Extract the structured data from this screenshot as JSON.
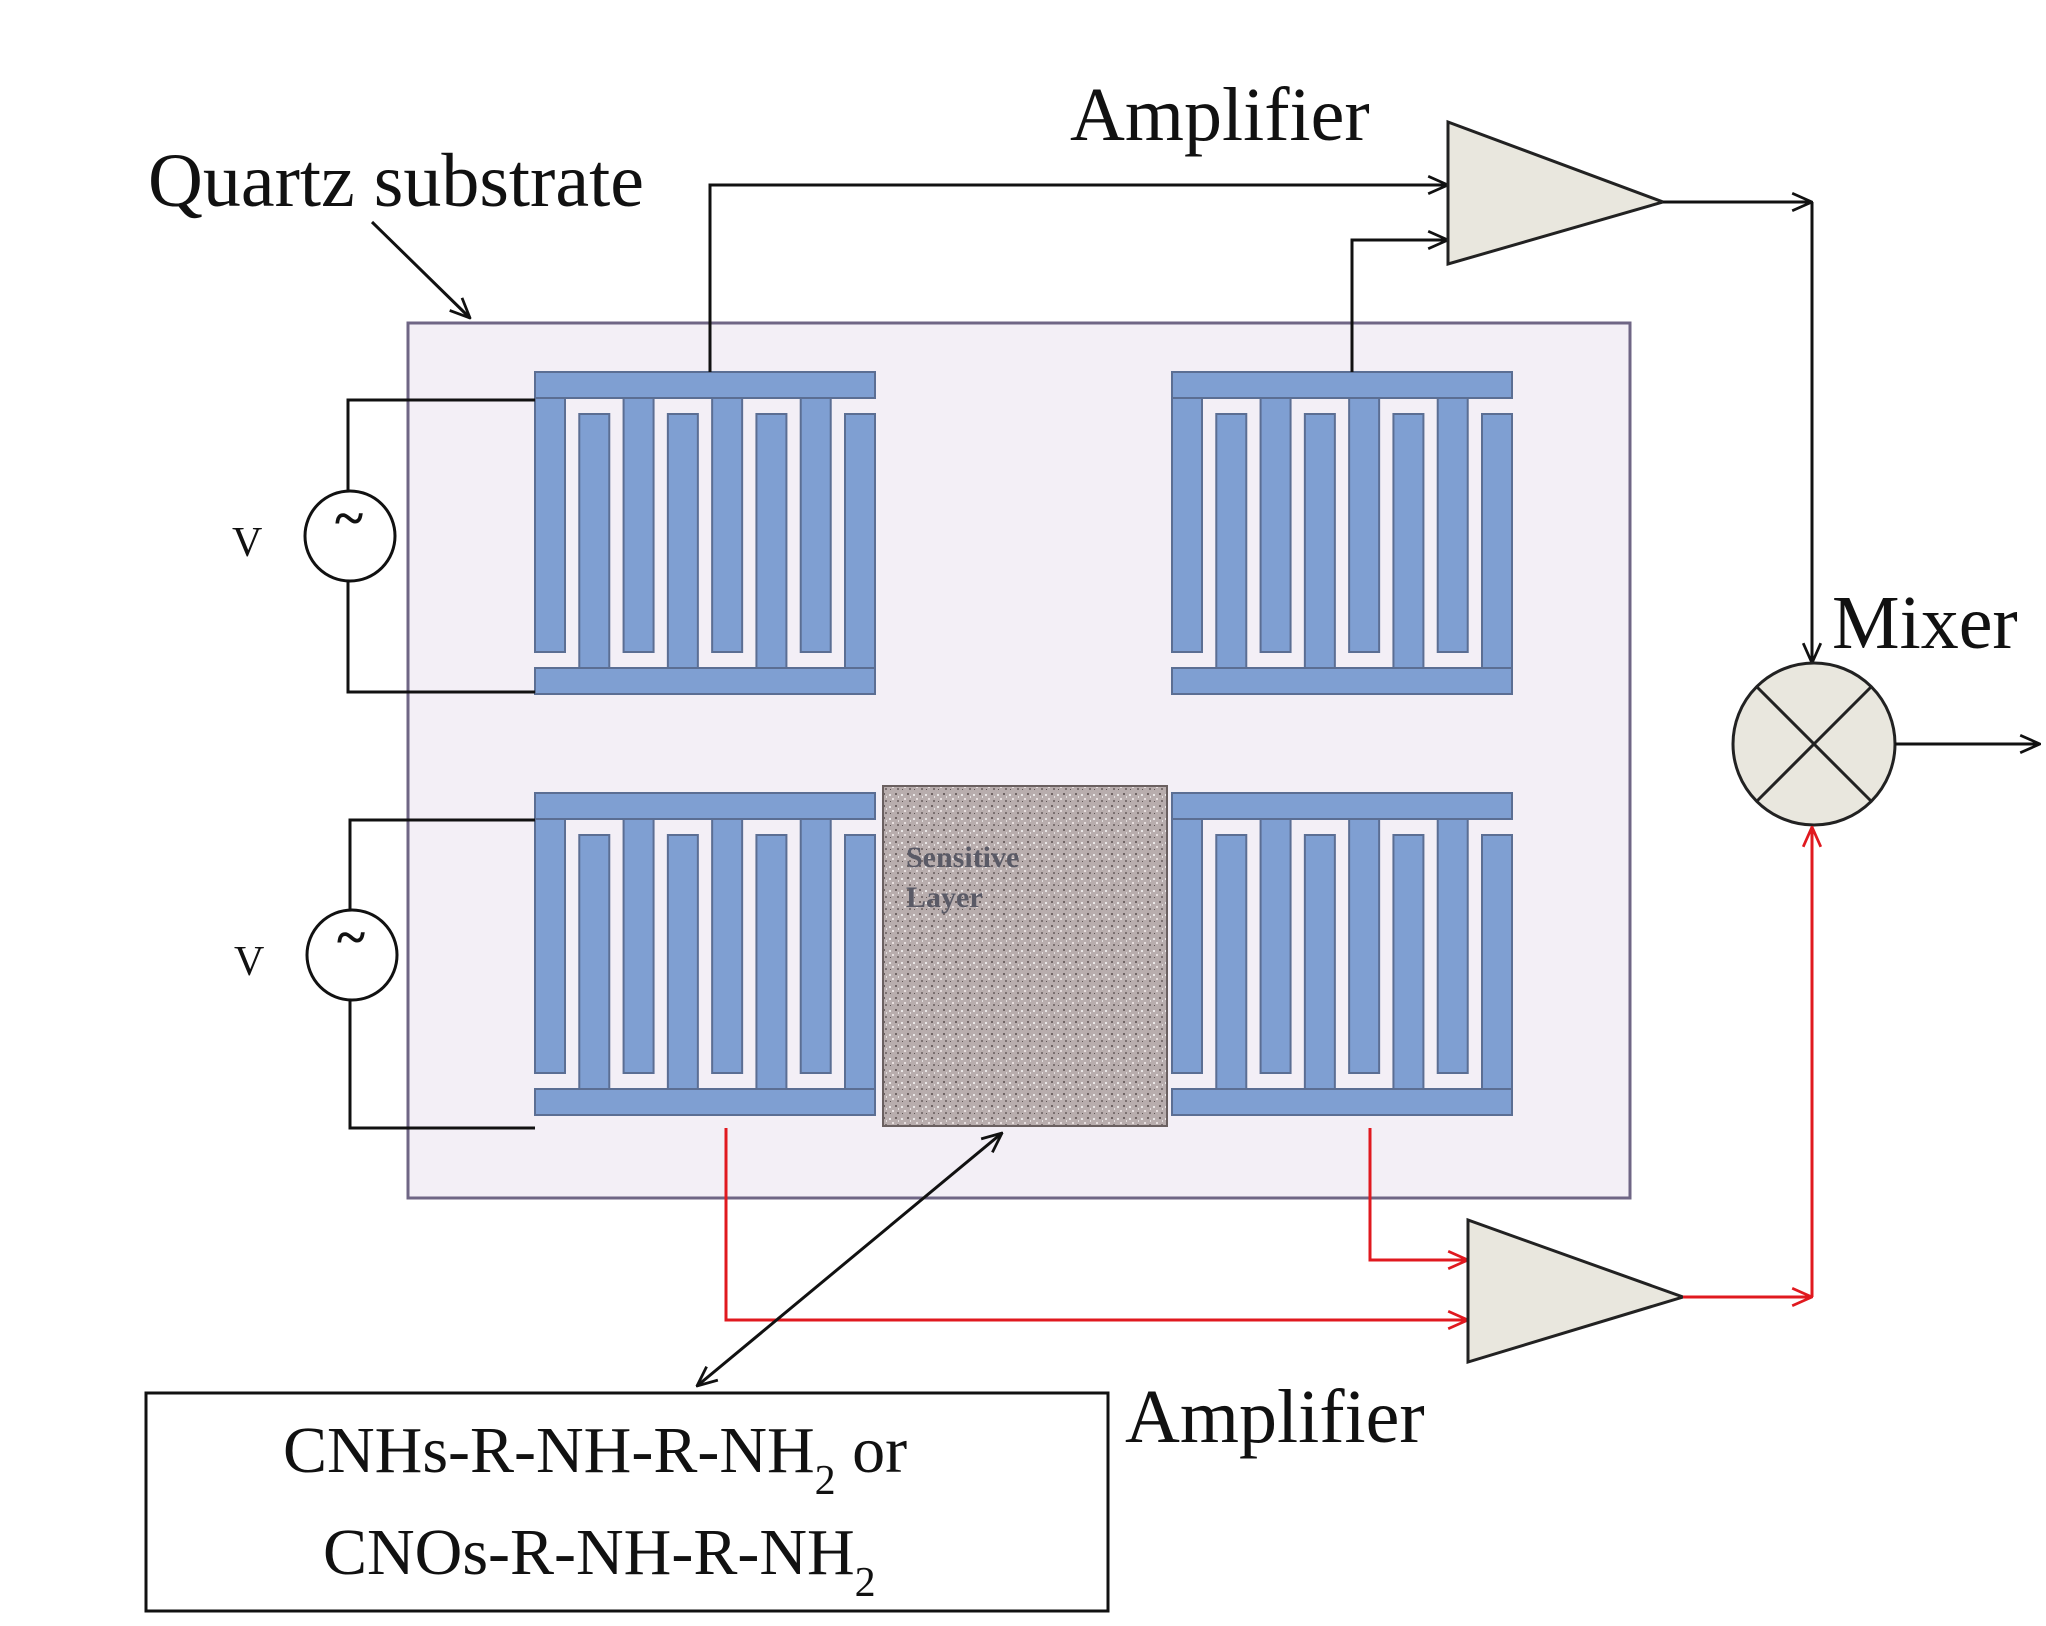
{
  "labels": {
    "quartz": "Quartz substrate",
    "amp_top": "Amplifier",
    "amp_bottom": "Amplifier",
    "mixer": "Mixer",
    "voltage_top": "V",
    "voltage_bottom": "V",
    "sensitive_line1": "Sensitive",
    "sensitive_line2": "Layer",
    "formula_line1_main": "CNHs-R-NH-R-NH",
    "formula_line1_sub": "2",
    "formula_line1_tail": " or",
    "formula_line2_main": "CNOs-R-NH-R-NH",
    "formula_line2_sub": "2",
    "source_symbol": "~"
  },
  "colors": {
    "substrate_fill": "#f3eff6",
    "substrate_stroke": "#6f6685",
    "electrode_fill": "#7f9fd2",
    "electrode_stroke": "#5b6e93",
    "sensitive_fill": "#b9aeae",
    "amp_fill": "#e9e7de",
    "wire_black": "#111111",
    "wire_red": "#e0191f"
  }
}
